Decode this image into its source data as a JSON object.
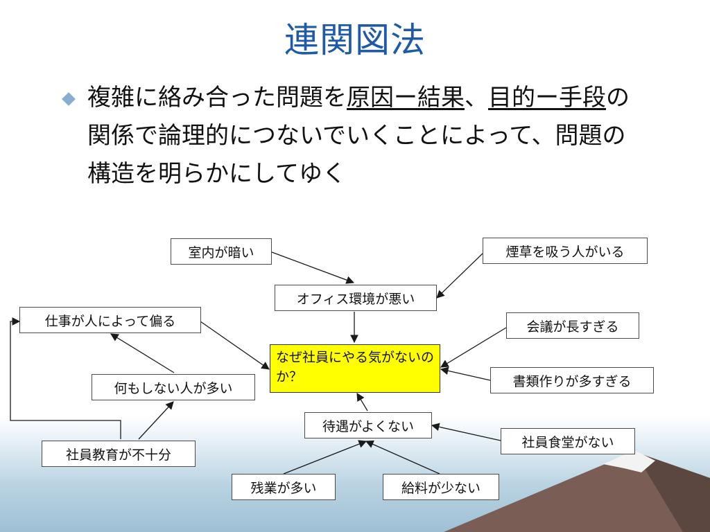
{
  "slide": {
    "title": "連関図法",
    "bullet": {
      "text_1": "複雑に絡み合った問題を",
      "link_1": "原因ー結果",
      "text_2": "、",
      "link_2": "目的ー手段",
      "text_3": "の関係で論理的につないでいくことによって、問題の構造を明らかにしてゆく"
    }
  },
  "diagram": {
    "center": "なぜ社員にやる気がないのか？",
    "nodes": {
      "dark_room": "室内が暗い",
      "smokers": "煙草を吸う人がいる",
      "office_env": "オフィス環境が悪い",
      "work_bias": "仕事が人によって偏る",
      "long_meetings": "会議が長すぎる",
      "too_many_docs": "書類作りが多すぎる",
      "idle_people": "何もしない人が多い",
      "poor_treatment": "待遇がよくない",
      "no_cafeteria": "社員食堂がない",
      "poor_training": "社員教育が不十分",
      "overtime": "残業が多い",
      "low_salary": "給料が少ない"
    }
  },
  "colors": {
    "title": "#1f5aa8",
    "center_fill": "#ffff00",
    "bullet": "#8aaed0"
  }
}
